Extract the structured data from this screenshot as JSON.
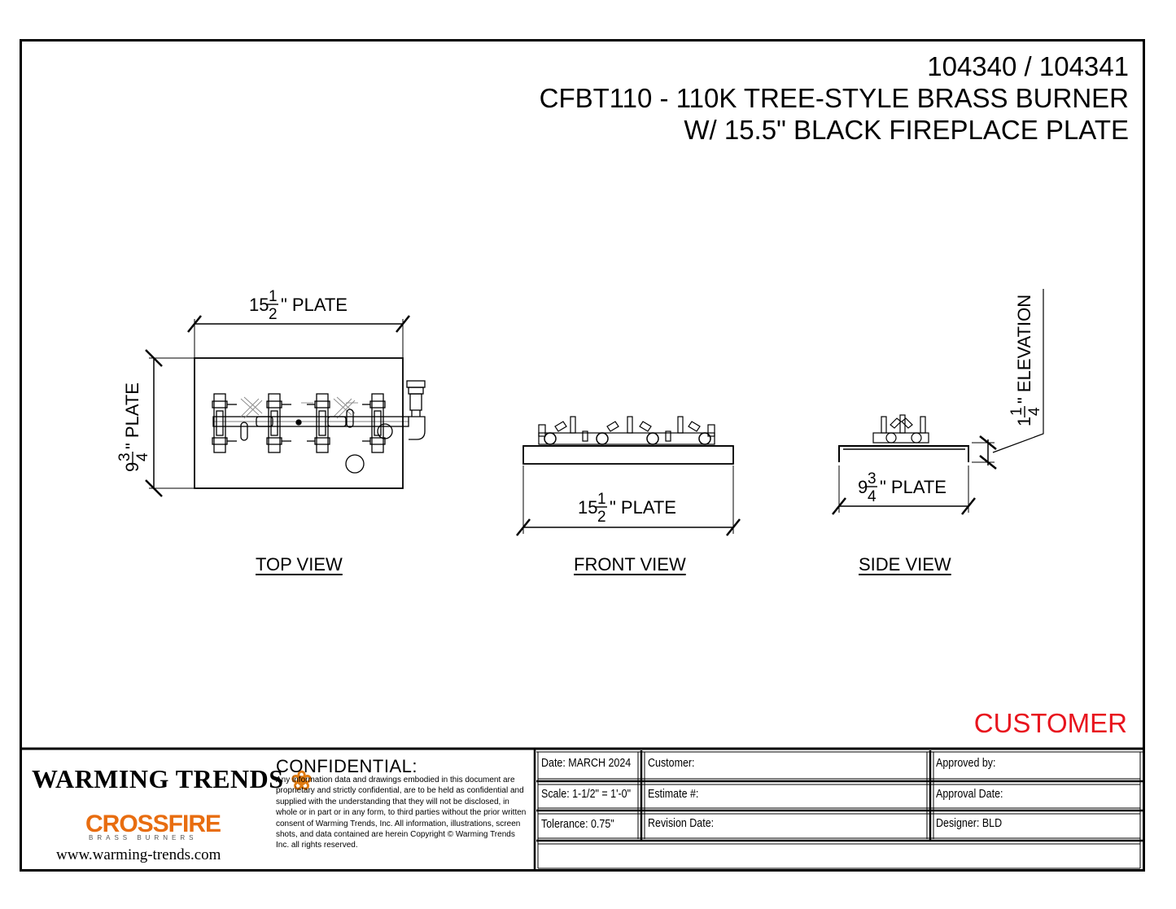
{
  "title": {
    "line1": "104340 / 104341",
    "line2": "CFBT110 - 110K TREE-STYLE BRASS BURNER",
    "line3": "W/ 15.5\" BLACK FIREPLACE PLATE"
  },
  "stamp": "CUSTOMER",
  "views": {
    "top": "TOP VIEW",
    "front": "FRONT VIEW",
    "side": "SIDE VIEW"
  },
  "dimensions": {
    "plate_width_whole": "15",
    "plate_width_num": "1",
    "plate_width_den": "2",
    "plate_width_suffix": "\" PLATE",
    "plate_depth_whole": "9",
    "plate_depth_num": "3",
    "plate_depth_den": "4",
    "plate_depth_suffix": "\" PLATE",
    "elevation_whole": "1",
    "elevation_num": "1",
    "elevation_den": "4",
    "elevation_suffix": "\" ELEVATION"
  },
  "footer": {
    "logo_primary": "WARMING TRENDS",
    "logo_secondary": "CROSSFIRE",
    "logo_secondary_sub": "BRASS BURNERS",
    "website": "www.warming-trends.com",
    "confidential_title": "CONFIDENTIAL:",
    "confidential_text": "Any information data and drawings embodied in this document are proprietary and strictly confidential, are to be held as confidential and supplied with the understanding that they will not be disclosed, in whole or in part or in any form, to third parties without the prior written consent of Warming Trends, Inc. All information, illustrations, screen shots, and data contained are herein Copyright © Warming Trends Inc. all rights reserved.",
    "date": "Date: MARCH 2024",
    "scale": "Scale: 1-1/2\" = 1'-0\"",
    "tolerance": "Tolerance: 0.75\"",
    "customer": "Customer:",
    "estimate": "Estimate #:",
    "revision_date": "Revision Date:",
    "approved_by": "Approved by:",
    "approval_date": "Approval Date:",
    "designer": "Designer: BLD"
  },
  "colors": {
    "stamp": "#e8141e",
    "flame": "#e07a10",
    "line": "#000000"
  }
}
